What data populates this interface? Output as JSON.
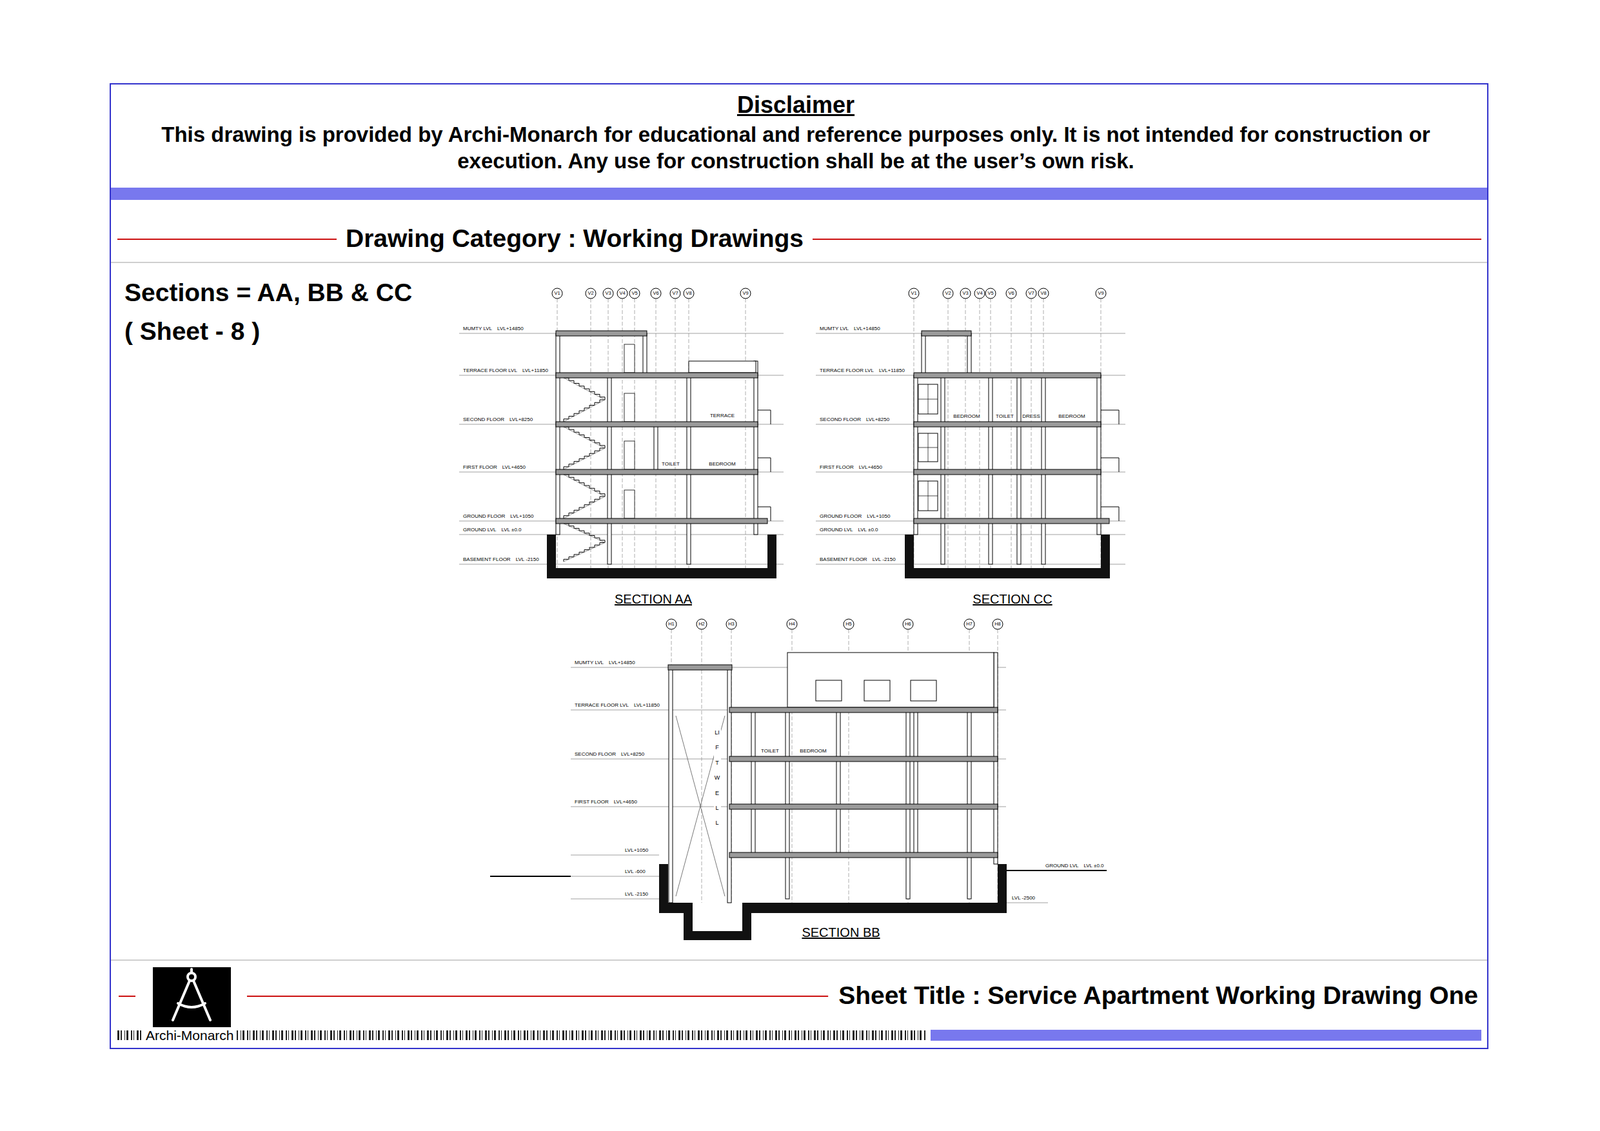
{
  "diagram": {
    "labels": [
      "Disclaimer",
      "This drawing is provided by Archi-Monarch for educational and reference purposes only. It is not intended for construction or execution. Any use for construction shall be at the user’s own risk.",
      "Drawing Category : Working Drawings",
      "Sections = AA, BB & CC",
      "( Sheet - 8 )",
      "SECTION AA",
      "SECTION CC",
      "SECTION BB",
      "Archi-Monarch",
      "Sheet Title : Service Apartment Working Drawing One",
      "MUMTY LVL",
      "LVL+14850",
      "TERRACE FLOOR LVL",
      "LVL+11850",
      "SECOND FLOOR",
      "LVL+8250",
      "FIRST FLOOR",
      "LVL+4650",
      "GROUND FLOOR",
      "LVL+1050",
      "GROUND LVL",
      "LVL ±0.0",
      "BASEMENT FLOOR",
      "LVL -2150",
      "MUMTY LVL",
      "LVL+14850",
      "TERRACE FLOOR LVL",
      "LVL+11850",
      "SECOND FLOOR",
      "LVL+8250",
      "FIRST FLOOR",
      "LVL+4650",
      "GROUND FLOOR",
      "LVL+1050",
      "GROUND LVL",
      "LVL ±0.0",
      "BASEMENT FLOOR",
      "LVL -2150",
      "MUMTY LVL",
      "LVL+14850",
      "TERRACE FLOOR LVL",
      "LVL+11850",
      "SECOND FLOOR",
      "LVL+8250",
      "FIRST FLOOR",
      "LVL+4650",
      "LVL+1050",
      "LVL -600",
      "LVL -2150",
      "GROUND LVL",
      "LVL ±0.0",
      "LVL -2500",
      "V1",
      "V2",
      "V3",
      "V4",
      "V5",
      "V6",
      "V7",
      "V8",
      "V9",
      "V1",
      "V2",
      "V3",
      "V4",
      "V5",
      "V6",
      "V7",
      "V8",
      "V9",
      "H1",
      "H2",
      "H3",
      "H4",
      "H5",
      "H6",
      "H7",
      "H8",
      "TERRACE",
      "TOILET",
      "BEDROOM",
      "BEDROOM",
      "TOILET",
      "DRESS",
      "BEDROOM",
      "LIFT WELL",
      "TOILET",
      "BEDROOM"
    ]
  }
}
